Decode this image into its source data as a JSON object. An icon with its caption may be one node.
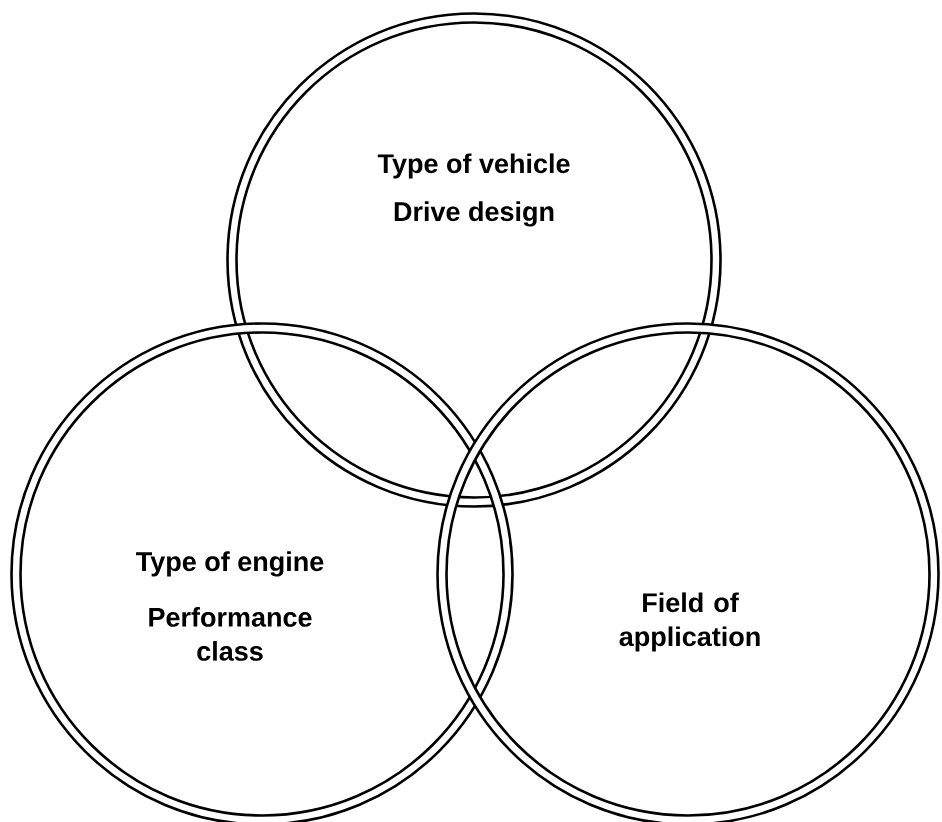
{
  "diagram": {
    "nodes": [
      {
        "text": [
          "Type of vehicle",
          "Drive design"
        ]
      },
      {
        "text": [
          "Type of engine",
          "Performance class"
        ]
      },
      {
        "text": [
          "Field of application"
        ]
      }
    ]
  }
}
